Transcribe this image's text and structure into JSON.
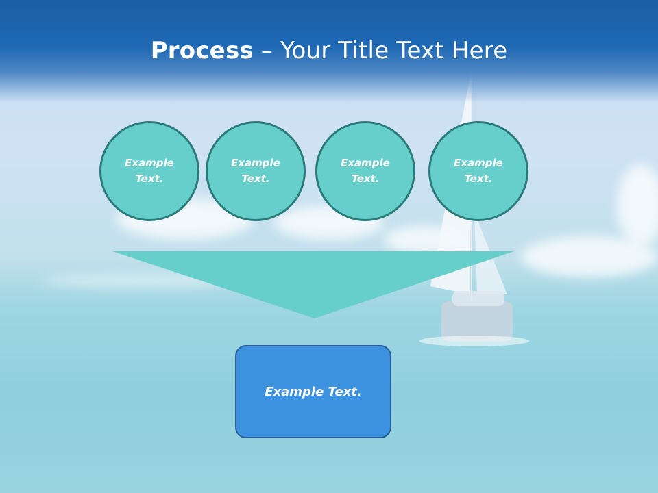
{
  "slide": {
    "title_bold": "Process",
    "title_rest": " – Your Title Text Here",
    "circles": [
      {
        "label": "Example Text."
      },
      {
        "label": "Example Text."
      },
      {
        "label": "Example Text."
      },
      {
        "label": "Example Text."
      }
    ],
    "result_label": "Example Text.",
    "colors": {
      "header": "#1e68b4",
      "circle_fill": "#66cfcb",
      "circle_border": "#2b7a7a",
      "funnel": "#66cfcb",
      "result_fill": "#3d92e0",
      "result_border": "#2a5d9a"
    }
  }
}
